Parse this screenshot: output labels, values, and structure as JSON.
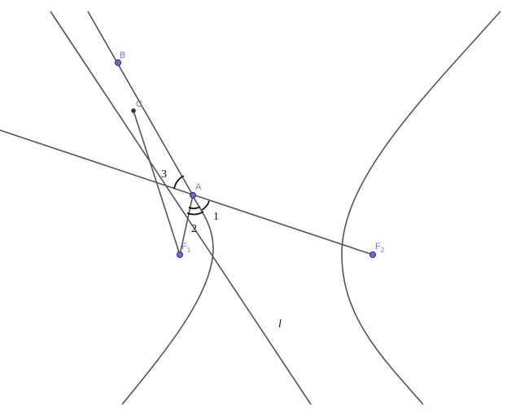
{
  "colors": {
    "background": "#ffffff",
    "stroke": "#555555",
    "point_fill": "#6b6be0",
    "label": "#7a7ae6",
    "angle_mark": "#111111"
  },
  "points": {
    "A": "A",
    "B": "B",
    "C": "C",
    "F1_main": "F",
    "F1_sub": "1",
    "F2_main": "F",
    "F2_sub": "2"
  },
  "angles": {
    "one": "1",
    "two": "2",
    "three": "3"
  },
  "line_label": "l"
}
